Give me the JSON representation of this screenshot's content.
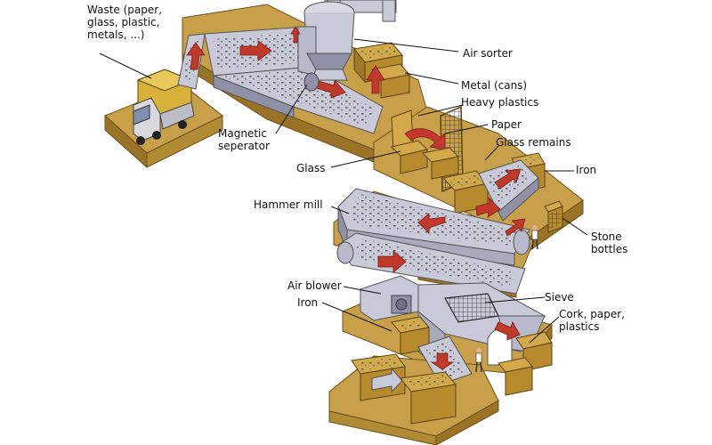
{
  "labels": {
    "waste": "Waste (paper,\nglass, plastic,\nmetals, ...)",
    "air_sorter": "Air sorter",
    "metal_cans": "Metal (cans)",
    "heavy_plastics": "Heavy plastics",
    "paper": "Paper",
    "glass_remains": "Glass remains",
    "magnetic_separator": "Magnetic\nseperator",
    "glass": "Glass",
    "iron_right": "Iron",
    "hammer_mill": "Hammer mill",
    "stone_bottles": "Stone\nbottles",
    "air_blower": "Air blower",
    "iron_left": "Iron",
    "sieve": "Sieve",
    "cork_paper_plastics": "Cork, paper,\nplastics"
  },
  "colors": {
    "platform_top": "#c8a04a",
    "platform_side": "#9a7326",
    "platform_edge": "#6d5018",
    "machine": "#c9cad8",
    "machine_dark": "#8f91a6",
    "arrow": "#c0392b",
    "debris": "#5a5a5a"
  },
  "icons": [
    "truck-icon",
    "worker-icon",
    "arrow-icon",
    "sieve-grid-icon"
  ]
}
